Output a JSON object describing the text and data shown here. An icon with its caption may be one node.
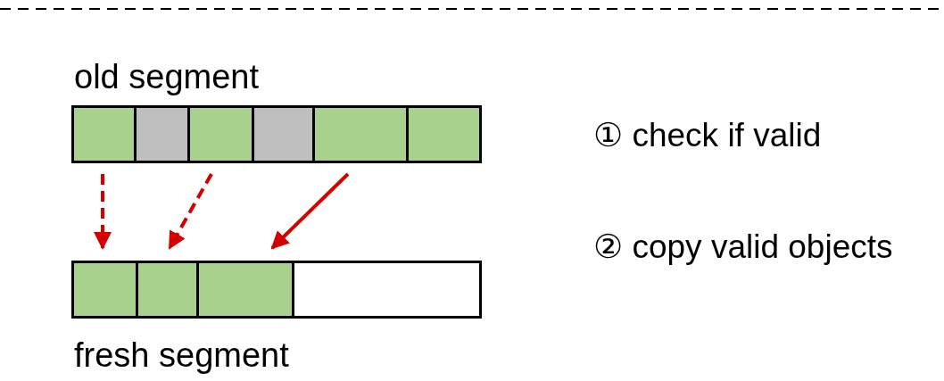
{
  "diagram": {
    "nodes": [
      {
        "text": [
          "old segment"
        ]
      },
      {
        "text": [],
        "shape": "box",
        "in": 0
      },
      {
        "text": [],
        "shape": "box",
        "in": 0
      },
      {
        "text": [],
        "shape": "box",
        "in": 0
      },
      {
        "text": [],
        "shape": "box",
        "in": 0
      },
      {
        "text": [],
        "shape": "box",
        "in": 0
      },
      {
        "text": [],
        "shape": "box",
        "in": 0
      },
      {
        "text": [
          "fresh segment"
        ]
      },
      {
        "text": [],
        "shape": "box",
        "in": 7
      },
      {
        "text": [],
        "shape": "box",
        "in": 7
      },
      {
        "text": [],
        "shape": "box",
        "in": 7
      },
      {
        "text": [],
        "shape": "box",
        "in": 7
      }
    ],
    "edges": [
      {
        "from": 1,
        "to": 8,
        "arrow": "to",
        "style": "dashed"
      },
      {
        "from": 3,
        "to": 9,
        "arrow": "to",
        "style": "dashed"
      },
      {
        "from": 5,
        "to": 10,
        "arrow": "to"
      }
    ],
    "labels": [
      "① check if valid",
      "② copy valid objects"
    ]
  }
}
